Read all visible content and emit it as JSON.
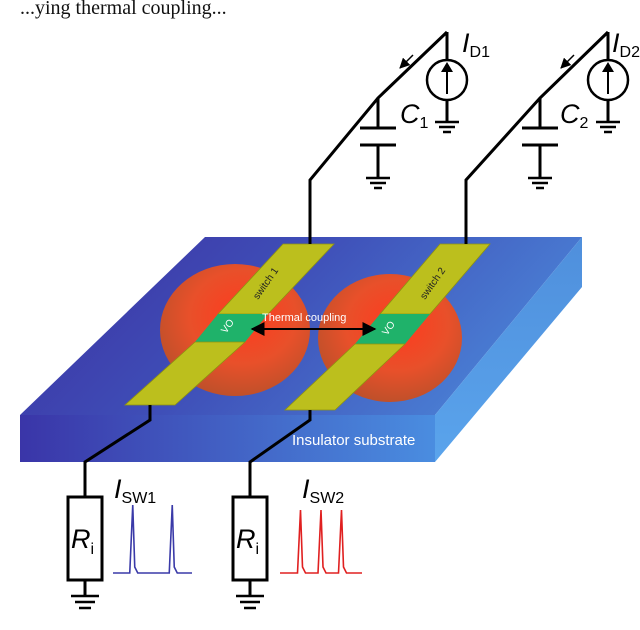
{
  "top_text": "...ying thermal coupling...",
  "labels": {
    "id1_main": "I",
    "id1_sub": "D1",
    "id2_main": "I",
    "id2_sub": "D2",
    "c1_main": "C",
    "c1_sub": "1",
    "c2_main": "C",
    "c2_sub": "2",
    "ri1_main": "R",
    "ri1_sub": "i",
    "ri2_main": "R",
    "ri2_sub": "i",
    "isw1_main": "I",
    "isw1_sub": "SW1",
    "isw2_main": "I",
    "isw2_sub": "SW2",
    "switch1_vo2": "VO",
    "switch1_text": "switch 1",
    "switch2_vo2": "VO",
    "switch2_text": "switch 2",
    "thermal_coupling": "Thermal coupling",
    "substrate": "Insulator substrate"
  },
  "colors": {
    "substrate_top": "#3e55b4",
    "substrate_front": "#3a5fc8",
    "electrode": "#bcbf1d",
    "vo2": "#1fb26a",
    "dome": "#e2552a",
    "pulse1": "#3a3aa8",
    "pulse2": "#e02020"
  },
  "pulses": {
    "isw1_peaks": [
      0.25,
      0.75
    ],
    "isw2_peaks": [
      0.25,
      0.5,
      0.75
    ]
  }
}
